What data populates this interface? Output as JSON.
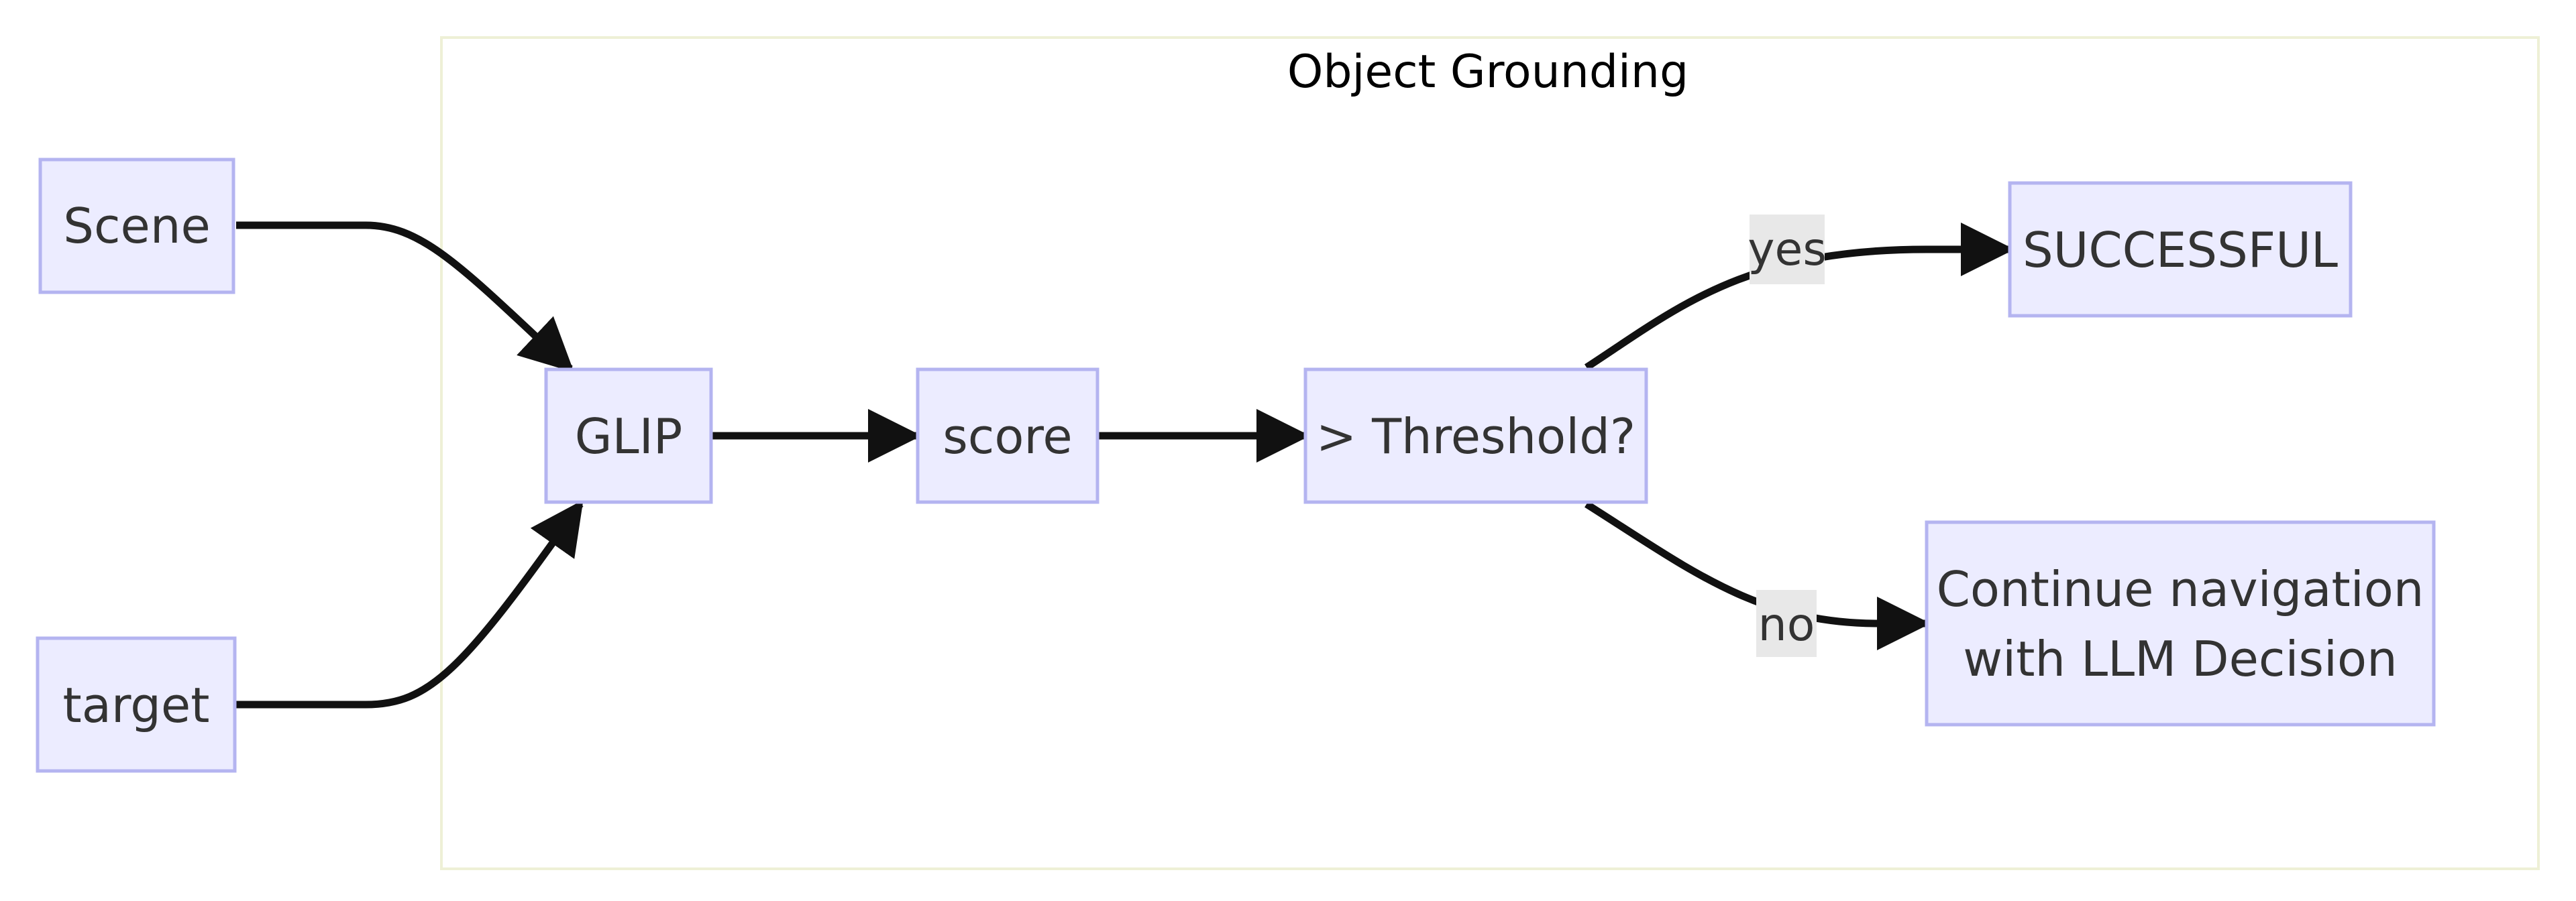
{
  "subgraph": {
    "title": "Object Grounding"
  },
  "nodes": {
    "scene": "Scene",
    "target": "target",
    "glip": "GLIP",
    "score": "score",
    "threshold": "> Threshold?",
    "successful": "SUCCESSFUL",
    "continue_line1": "Continue navigation",
    "continue_line2": "with LLM Decision"
  },
  "edges": {
    "yes": "yes",
    "no": "no"
  },
  "colors": {
    "node_fill": "#ececff",
    "node_stroke": "#b4b4f0",
    "subgraph_fill": "#ffffff",
    "subgraph_stroke": "#eef0d6",
    "edge": "#111111",
    "edge_label_bg": "#e8e8e8"
  }
}
